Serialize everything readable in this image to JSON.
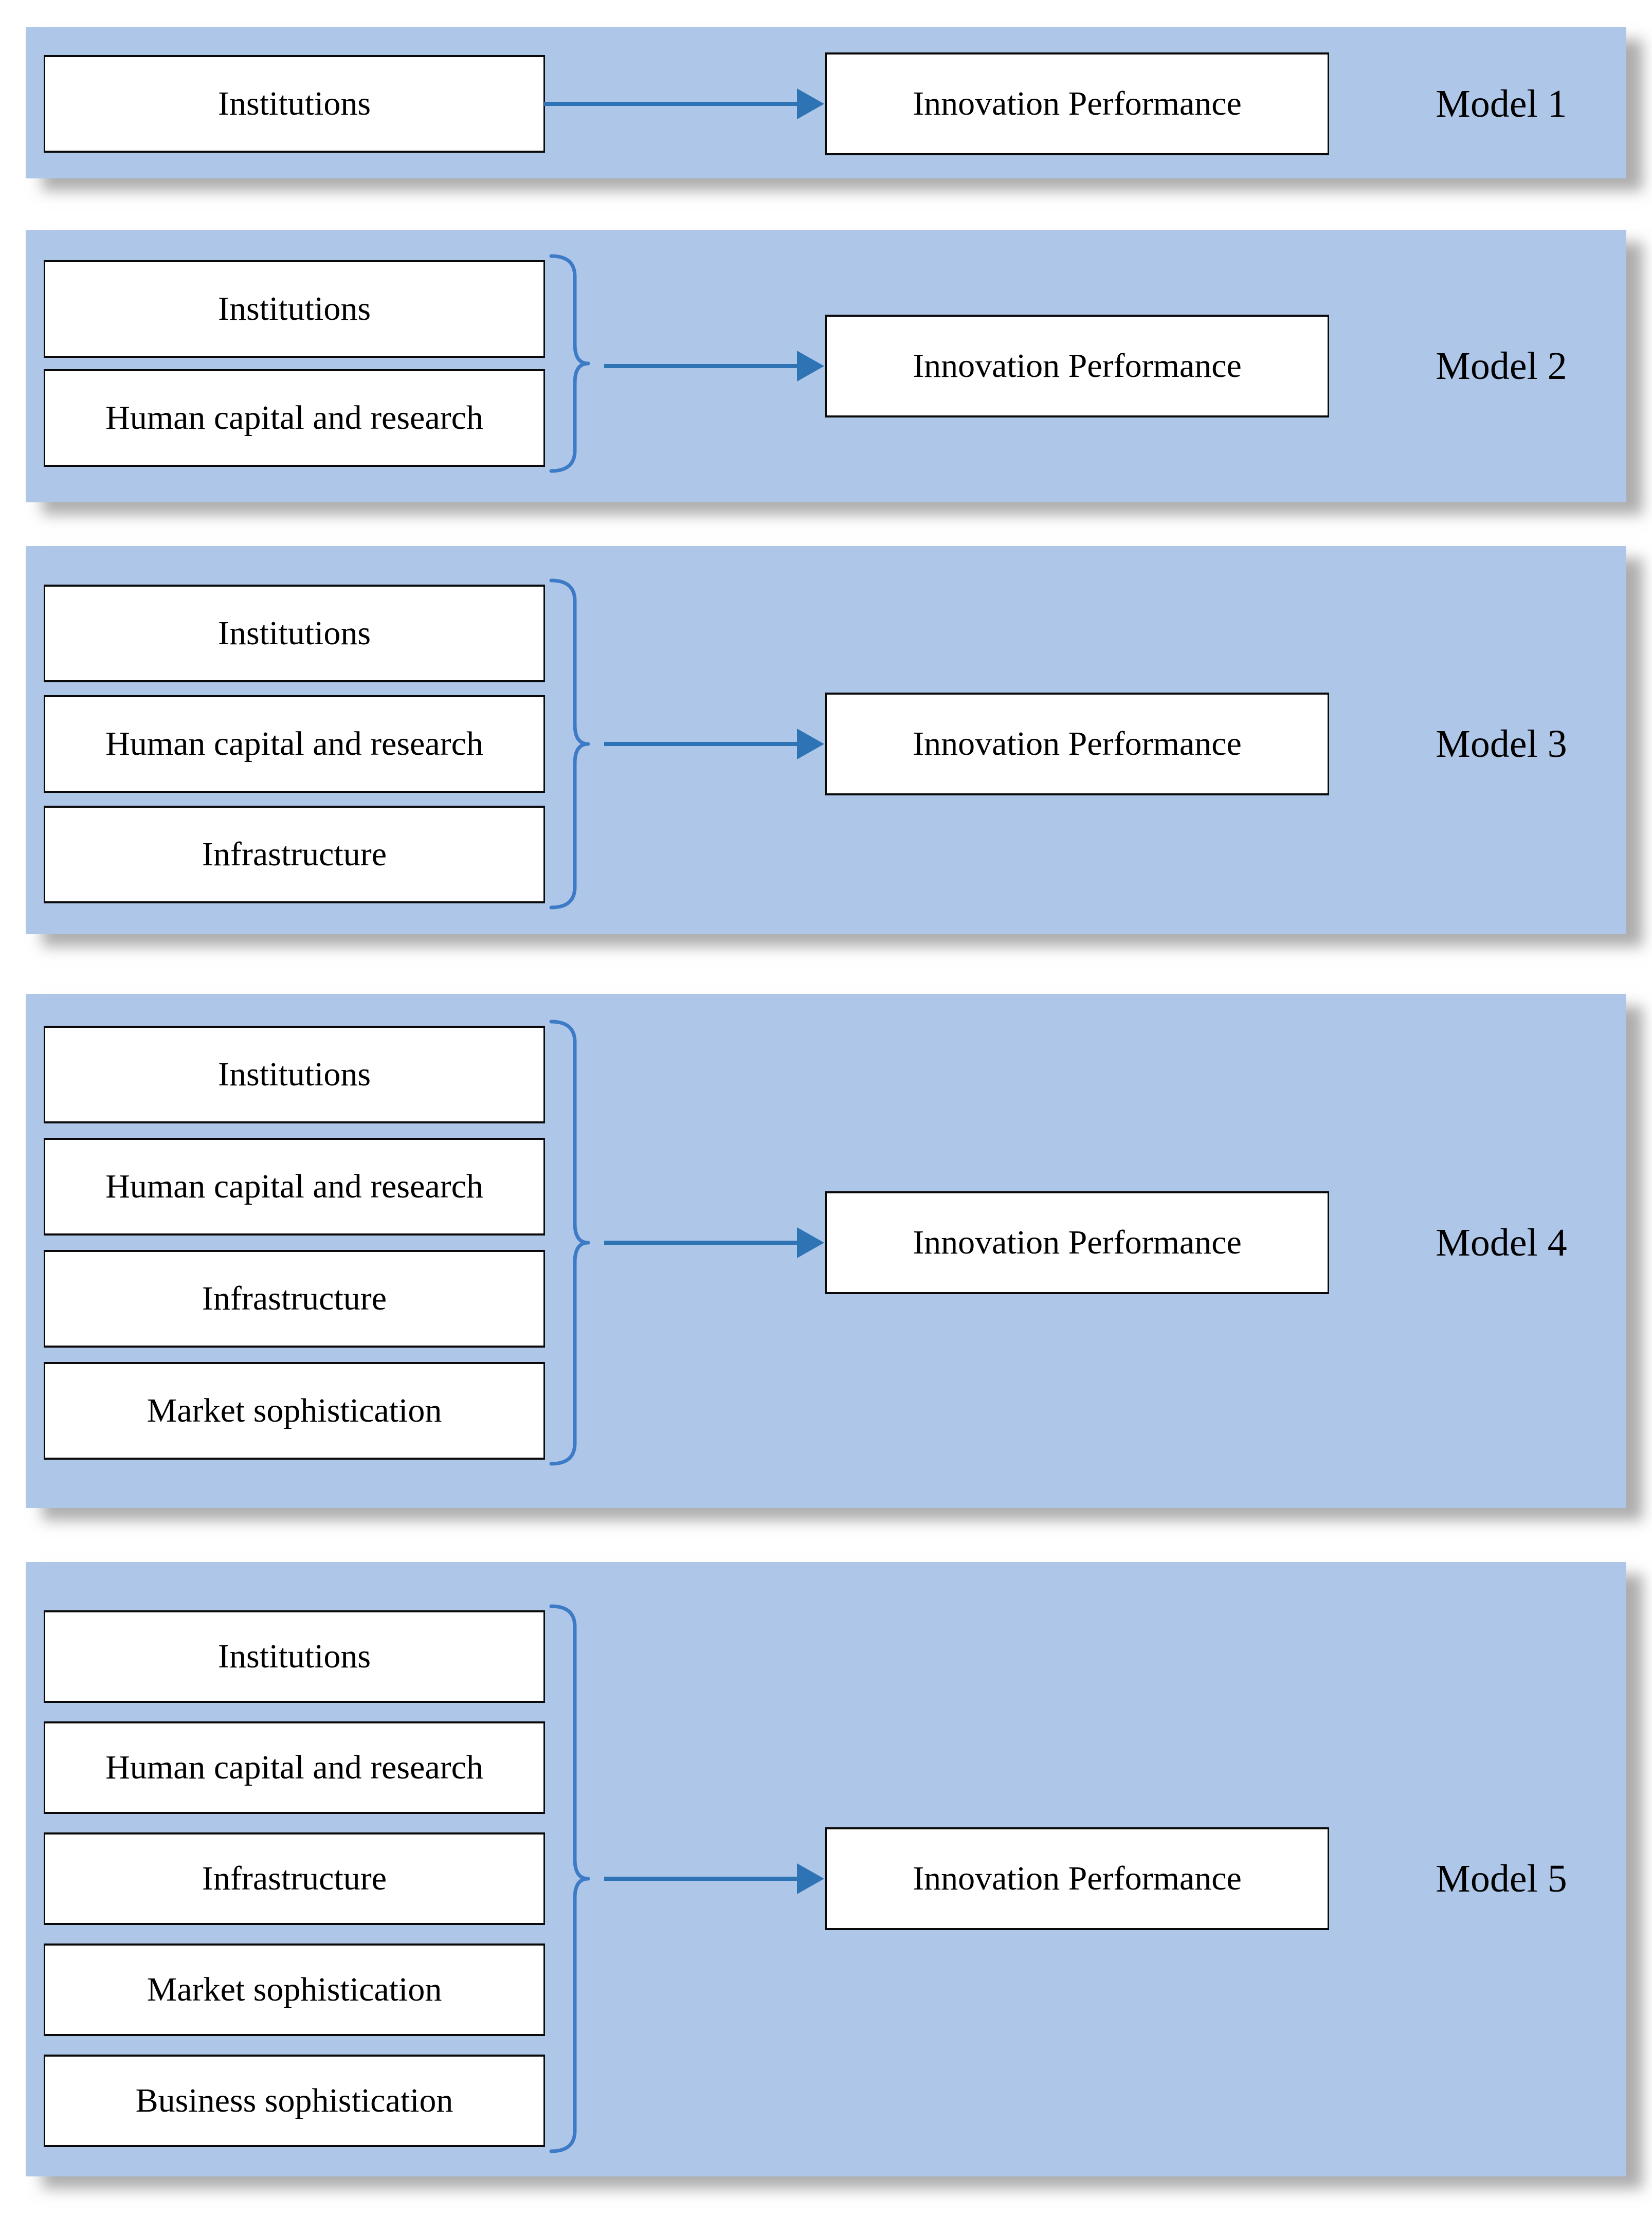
{
  "colors": {
    "panel_bg": "#aec6e8",
    "arrow": "#2e74b5",
    "brace": "#3e7bc7",
    "box_bg": "#ffffff",
    "box_border": "#0a0a0a",
    "text": "#000000"
  },
  "panels": [
    {
      "label": "Model 1",
      "inputs": [
        "Institutions"
      ],
      "outcome": "Innovation Performance"
    },
    {
      "label": "Model 2",
      "inputs": [
        "Institutions",
        "Human capital and research"
      ],
      "outcome": "Innovation Performance"
    },
    {
      "label": "Model 3",
      "inputs": [
        "Institutions",
        "Human capital and research",
        "Infrastructure"
      ],
      "outcome": "Innovation Performance"
    },
    {
      "label": "Model 4",
      "inputs": [
        "Institutions",
        "Human capital and research",
        "Infrastructure",
        "Market sophistication"
      ],
      "outcome": "Innovation Performance"
    },
    {
      "label": "Model 5",
      "inputs": [
        "Institutions",
        "Human capital and research",
        "Infrastructure",
        "Market sophistication",
        "Business sophistication"
      ],
      "outcome": "Innovation Performance"
    }
  ]
}
